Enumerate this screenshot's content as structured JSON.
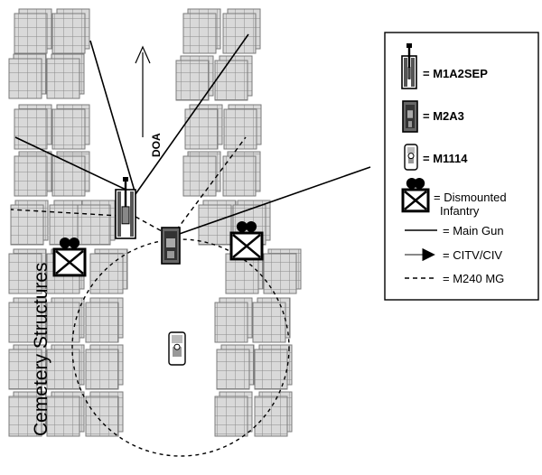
{
  "diagram": {
    "area_label": "Cemetery Structures",
    "direction_label": "DOA"
  },
  "legend": {
    "vehicles": [
      {
        "key": "m1a2sep",
        "label": "= M1A2SEP"
      },
      {
        "key": "m2a3",
        "label": "= M2A3"
      },
      {
        "key": "m1114",
        "label": "= M1114"
      }
    ],
    "infantry": {
      "label_line1": "= Dismounted",
      "label_line2": "Infantry"
    },
    "lines": [
      {
        "key": "main-gun",
        "label": "= Main Gun",
        "style": "solid"
      },
      {
        "key": "citv-civ",
        "label": "= CITV/CIV",
        "style": "arrow"
      },
      {
        "key": "m240-mg",
        "label": "= M240 MG",
        "style": "dashed"
      }
    ]
  },
  "colors": {
    "structure_fill": "#d4d4d4",
    "structure_line": "#9a9a9a",
    "ink": "#000000"
  }
}
